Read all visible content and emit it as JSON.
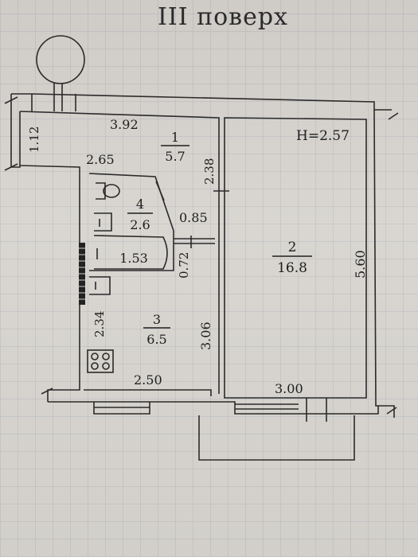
{
  "title": "III поверх",
  "height_label": "H=2.57",
  "rooms": [
    {
      "number": "1",
      "area": "5.7"
    },
    {
      "number": "2",
      "area": "16.8"
    },
    {
      "number": "3",
      "area": "6.5"
    },
    {
      "number": "4",
      "area": "2.6"
    },
    {
      "area": "1.53"
    }
  ],
  "dimensions": {
    "d_392": "3.92",
    "d_112": "1.12",
    "d_265": "2.65",
    "d_238": "2.38",
    "d_085": "0.85",
    "d_072": "0.72",
    "d_560": "5.60",
    "d_234": "2.34",
    "d_306": "3.06",
    "d_250": "2.50",
    "d_300": "3.00"
  }
}
